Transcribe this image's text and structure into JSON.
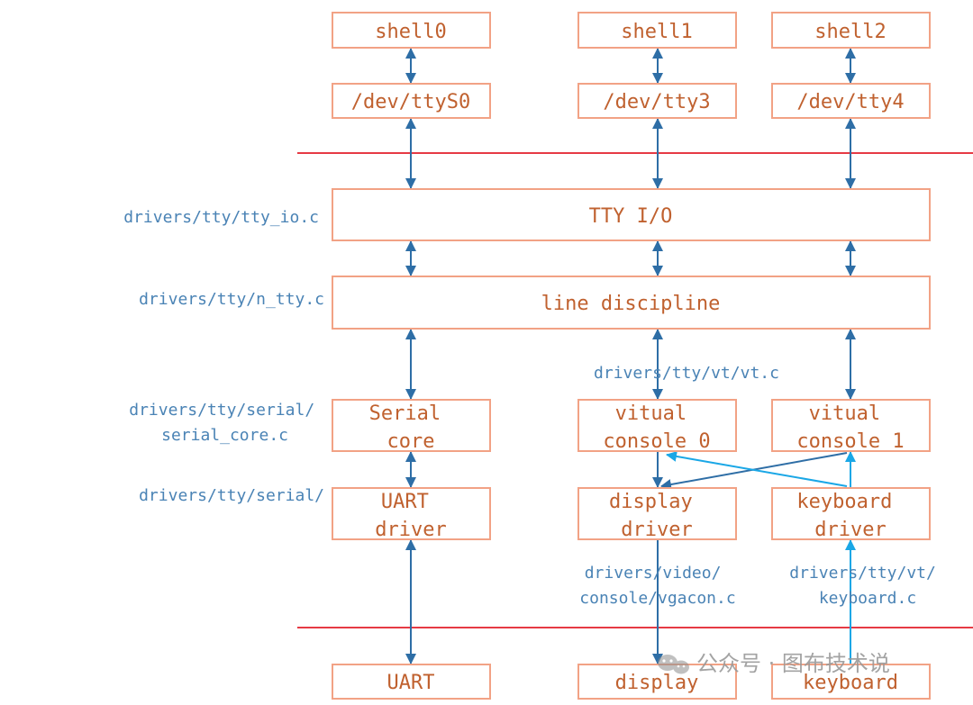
{
  "colors": {
    "box_border": "#f2a285",
    "box_text": "#c0612f",
    "path_text": "#4a83b5",
    "arrow_dark": "#2e6ea6",
    "arrow_light": "#1aa7e6",
    "boundary_line": "#e63a44"
  },
  "boxes": {
    "shell0": [
      "shell0"
    ],
    "shell1": [
      "shell1"
    ],
    "shell2": [
      "shell2"
    ],
    "dev_ttys0": [
      "/dev/ttyS0"
    ],
    "dev_tty3": [
      "/dev/tty3"
    ],
    "dev_tty4": [
      "/dev/tty4"
    ],
    "tty_io": [
      "TTY I/O"
    ],
    "line_discipline": [
      "line discipline"
    ],
    "serial_core": [
      "Serial",
      "core"
    ],
    "virtual_console_0": [
      "vitual",
      "console 0"
    ],
    "virtual_console_1": [
      "vitual",
      "console 1"
    ],
    "uart_driver": [
      "UART",
      "driver"
    ],
    "display_driver": [
      "display",
      "driver"
    ],
    "keyboard_driver": [
      "keyboard",
      "driver"
    ],
    "uart": [
      "UART"
    ],
    "display": [
      "display"
    ],
    "keyboard": [
      "keyboard"
    ]
  },
  "source_labels": {
    "tty_io": [
      "drivers/tty/tty_io.c"
    ],
    "n_tty": [
      "drivers/tty/n_tty.c"
    ],
    "vt": [
      "drivers/tty/vt/vt.c"
    ],
    "serial_core": [
      "drivers/tty/serial/",
      "serial_core.c"
    ],
    "serial_driver": [
      "drivers/tty/serial/"
    ],
    "vgacon": [
      "drivers/video/",
      "console/vgacon.c"
    ],
    "keyboard": [
      "drivers/tty/vt/",
      "keyboard.c"
    ]
  },
  "watermark": {
    "icon": "wechat-icon",
    "text": "公众号 · 图布技术说"
  }
}
